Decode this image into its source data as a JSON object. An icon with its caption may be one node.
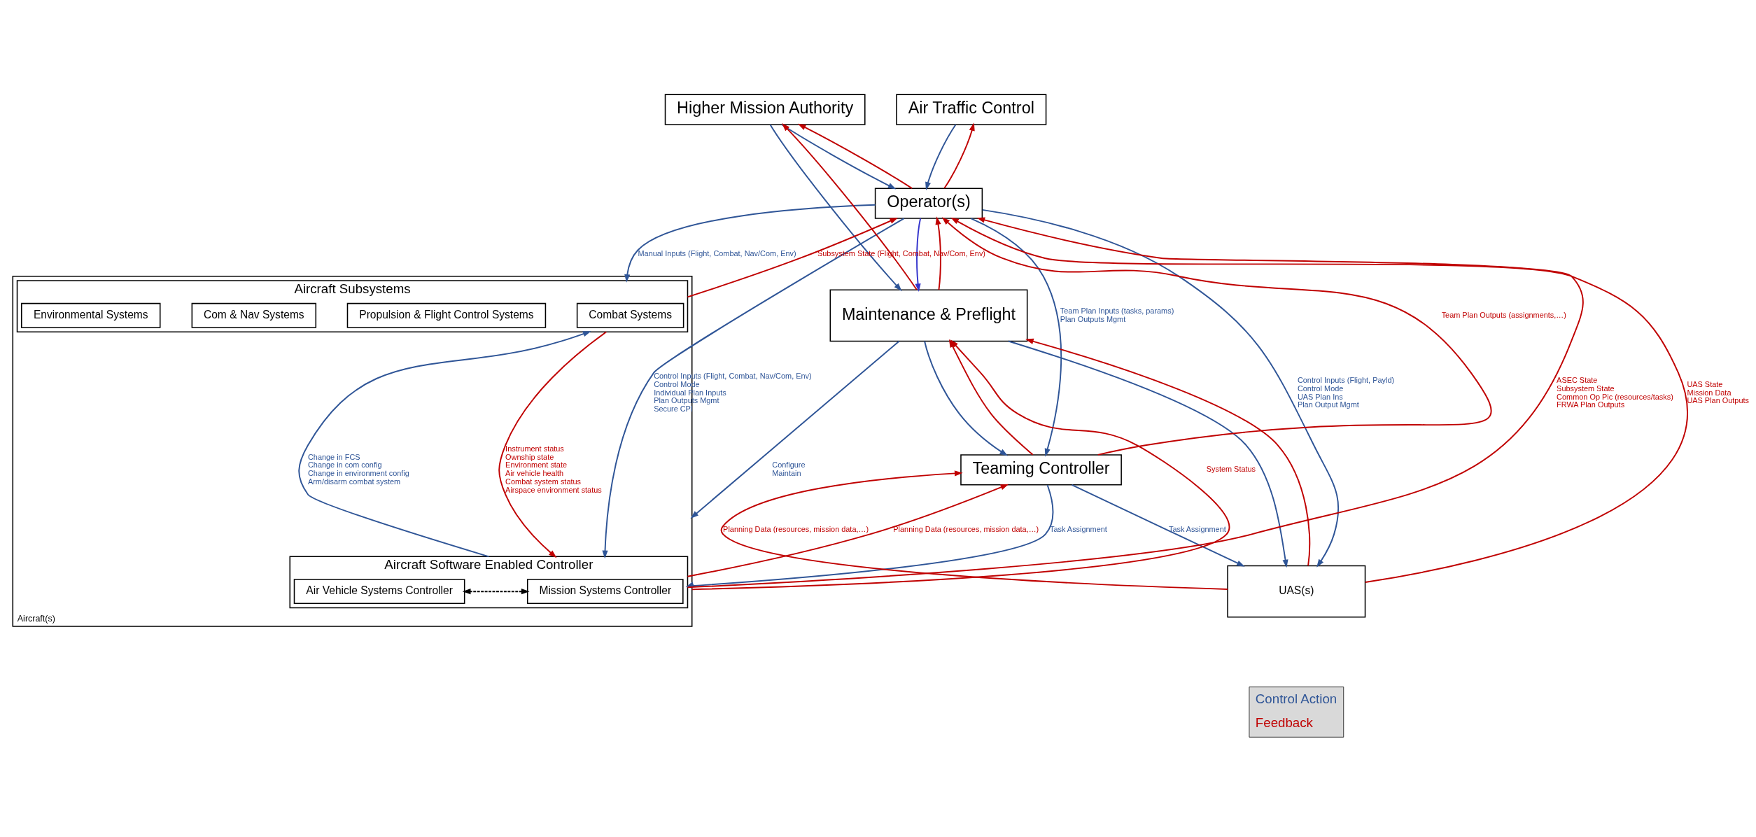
{
  "diagram": {
    "nodes": [
      {
        "text": [
          "Higher Mission Authority"
        ]
      },
      {
        "text": [
          "Air Traffic Control"
        ]
      },
      {
        "text": [
          "Operator(s)"
        ]
      },
      {
        "text": [
          "Maintenance & Preflight"
        ]
      },
      {
        "text": [
          "Teaming Controller"
        ]
      },
      {
        "text": [
          "Aircraft(s)"
        ]
      },
      {
        "text": [
          "Aircraft Software Enabled Controller"
        ],
        "in": 5
      },
      {
        "text": [
          "Mission Systems Controller"
        ],
        "in": 6
      },
      {
        "text": [
          "Air Vehicle Systems Controller"
        ],
        "in": 6
      },
      {
        "text": [
          "Aircraft Subsystems"
        ],
        "in": 5
      },
      {
        "text": [
          "Combat Systems"
        ],
        "in": 9
      },
      {
        "text": [
          "Propulsion & Flight Control Systems"
        ],
        "in": 9
      },
      {
        "text": [
          "Com & Nav Systems"
        ],
        "in": 9
      },
      {
        "text": [
          "Environmental Systems"
        ],
        "in": 9
      },
      {
        "text": [
          "UAS(s)"
        ]
      }
    ],
    "edges": [
      {
        "from": 0,
        "to": 2,
        "arrow": "to",
        "color": "#2f5597"
      },
      {
        "from": 2,
        "to": 0,
        "arrow": "to",
        "color": "#c00000"
      },
      {
        "from": 1,
        "to": 2,
        "arrow": "to",
        "color": "#2f5597"
      },
      {
        "from": 2,
        "to": 1,
        "arrow": "to",
        "color": "#c00000"
      },
      {
        "from": 0,
        "to": 3,
        "arrow": "to",
        "color": "#2f5597"
      },
      {
        "from": 3,
        "to": 0,
        "arrow": "to",
        "color": "#c00000"
      },
      {
        "from": 2,
        "to": 3,
        "arrow": "to",
        "color": "#3333cc"
      },
      {
        "from": 3,
        "to": 2,
        "arrow": "to",
        "color": "#c00000"
      },
      {
        "from": 3,
        "to": 5,
        "arrow": "to",
        "color": "#2f5597",
        "label": [
          "Configure",
          "Maintain"
        ]
      },
      {
        "from": 3,
        "to": 4,
        "arrow": "to",
        "color": "#2f5597"
      },
      {
        "from": 3,
        "to": 14,
        "arrow": "to",
        "color": "#2f5597"
      },
      {
        "from": 5,
        "to": 3,
        "arrow": "to",
        "color": "#c00000",
        "label": [
          "System Status"
        ]
      },
      {
        "from": 4,
        "to": 3,
        "arrow": "to",
        "color": "#c00000"
      },
      {
        "from": 14,
        "to": 3,
        "arrow": "to",
        "color": "#c00000"
      },
      {
        "from": 2,
        "to": 6,
        "arrow": "to",
        "color": "#2f5597",
        "label": [
          "Control Inputs (Flight, Combat, Nav/Com, Env)",
          "Control Mode",
          "Individual Plan Inputs",
          "Plan Outputs Mgmt",
          "Secure CPI"
        ]
      },
      {
        "from": 6,
        "to": 2,
        "arrow": "to",
        "color": "#c00000",
        "label": [
          "ASEC State",
          "Subsystem State",
          "Common Op Pic (resources/tasks)",
          "FRWA Plan Outputs"
        ]
      },
      {
        "from": 2,
        "to": 4,
        "arrow": "to",
        "color": "#2f5597",
        "label": [
          "Team Plan Inputs (tasks, params)",
          "Plan Outputs Mgmt"
        ]
      },
      {
        "from": 4,
        "to": 2,
        "arrow": "to",
        "color": "#c00000",
        "label": [
          "Team Plan Outputs (assignments,…)"
        ]
      },
      {
        "from": 2,
        "to": 9,
        "arrow": "to",
        "color": "#2f5597",
        "label": [
          "Manual Inputs (Flight, Combat, Nav/Com, Env)"
        ]
      },
      {
        "from": 9,
        "to": 2,
        "arrow": "to",
        "color": "#c00000",
        "label": [
          "Subsystem State (Flight, Combat, Nav/Com, Env)"
        ]
      },
      {
        "from": 2,
        "to": 14,
        "arrow": "to",
        "color": "#2f5597",
        "label": [
          "Control Inputs (Flight, Payld)",
          "Control Mode",
          "UAS Plan Ins",
          "Plan Output Mgmt"
        ]
      },
      {
        "from": 14,
        "to": 2,
        "arrow": "to",
        "color": "#c00000",
        "label": [
          "UAS State",
          "Mission Data",
          "UAS Plan Outputs"
        ]
      },
      {
        "from": 4,
        "to": 6,
        "arrow": "to",
        "color": "#2f5597",
        "label": [
          "Task Assignment"
        ]
      },
      {
        "from": 6,
        "to": 4,
        "arrow": "to",
        "color": "#c00000",
        "label": [
          "Planning Data (resources, mission data,…)"
        ]
      },
      {
        "from": 4,
        "to": 14,
        "arrow": "to",
        "color": "#2f5597",
        "label": [
          "Task Assignment"
        ]
      },
      {
        "from": 14,
        "to": 4,
        "arrow": "to",
        "color": "#c00000",
        "label": [
          "Planning Data (resources, mission data,…)"
        ]
      },
      {
        "from": 7,
        "to": 8,
        "arrow": "both",
        "style": "dashed",
        "color": "#000000"
      },
      {
        "from": 6,
        "to": 9,
        "arrow": "to",
        "color": "#2f5597",
        "label": [
          "Change in FCS",
          "Change in com config",
          "Change in environment config",
          "Arm/disarm combat system"
        ]
      },
      {
        "from": 9,
        "to": 6,
        "arrow": "to",
        "color": "#c00000",
        "label": [
          "Instrument status",
          "Ownship state",
          "Environment state",
          "Air vehicle health",
          "Combat system status",
          "Airspace environment status"
        ]
      }
    ],
    "legend": [
      {
        "text": "Control Action"
      },
      {
        "text": "Feedback"
      }
    ]
  }
}
